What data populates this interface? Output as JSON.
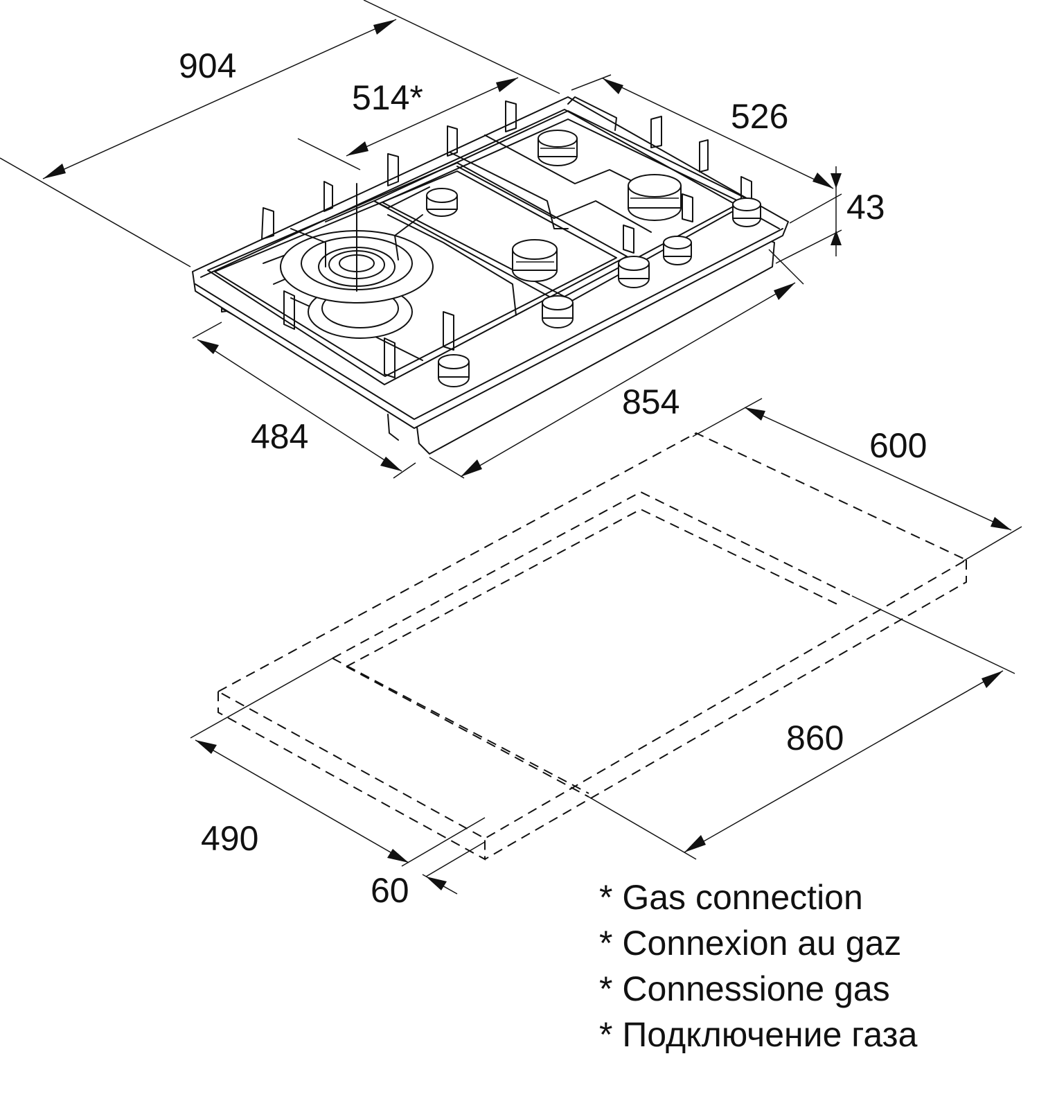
{
  "dimensions": {
    "overall_depth": "904",
    "gas_connection": "514*",
    "top_width": "526",
    "height": "43",
    "width": "854",
    "depth": "484",
    "cutout_width": "600",
    "cutout_depth": "860",
    "cutout_side": "490",
    "min_distance": "60"
  },
  "legend": [
    "* Gas connection",
    "* Connexion au gaz",
    "* Connessione gas",
    "* Подключение газа"
  ]
}
